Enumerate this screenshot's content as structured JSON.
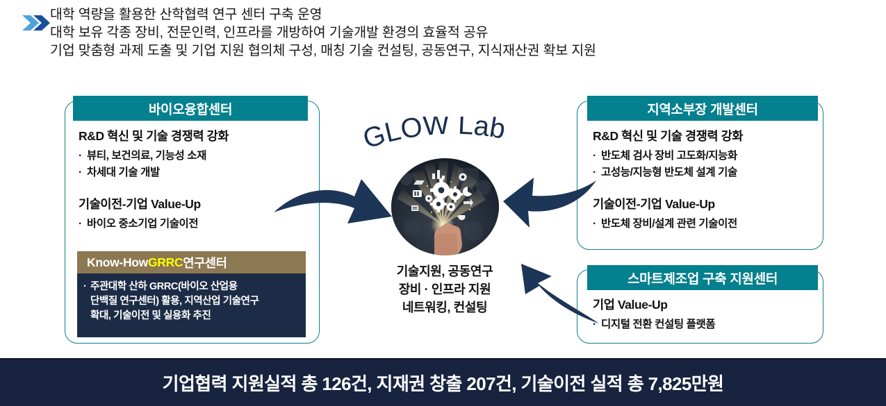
{
  "header": {
    "icon": "double-chevron-right-icon",
    "lines": [
      "대학 역량을 활용한 산학협력 연구 센터 구축 운영",
      "대학 보유 각종 장비, 전문인력, 인프라를 개방하여 기술개발 환경의 효율적 공유",
      "기업 맞춤형 과제 도출 및 기업 지원 협의체 구성, 매칭 기술 컨설팅, 공동연구, 지식재산권 확보 지원"
    ]
  },
  "colors": {
    "teal": "#04808e",
    "navy": "#1d2c46",
    "banner": "#17233f",
    "brown": "#8c7852",
    "highlight_yellow": "#ffff00",
    "chevron_light": "#4ea3dd",
    "chevron_dark": "#1b4f9c"
  },
  "panels": {
    "bio": {
      "title": "바이오융합센터",
      "sections": [
        {
          "heading": "R&D 혁신 및 기술 경쟁력 강화",
          "bullets": [
            "뷰티, 보건의료, 기능성 소재",
            "차세대 기술 개발"
          ]
        },
        {
          "heading": "기술이전-기업 Value-Up",
          "bullets": [
            "바이오 중소기업 기술이전"
          ]
        }
      ],
      "subcard": {
        "title_prefix": "Know-How ",
        "title_highlight": "GRRC",
        "title_suffix": " 연구센터",
        "body_line1": "주관대학 산하  GRRC(바이오 산업용",
        "body_line2": "단백질 연구센터) 활용, 지역산업 기술연구",
        "body_line3": "확대, 기술이전 및 실용화 추진"
      }
    },
    "semiconductor": {
      "title": "지역소부장 개발센터",
      "sections": [
        {
          "heading": "R&D 혁신 및 기술 경쟁력 강화",
          "bullets": [
            "반도체 검사 장비 고도화/지능화",
            "고성능/지능형 반도체 설계 기술"
          ]
        },
        {
          "heading": "기술이전-기업 Value-Up",
          "bullets": [
            "반도체 장비/설계 관련 기술이전"
          ]
        }
      ]
    },
    "smart": {
      "title": "스마트제조업 구축 지원센터",
      "sections": [
        {
          "heading": "기업 Value-Up",
          "bullets": [
            "디지털 전환 컨설팅 플랫폼"
          ]
        }
      ]
    }
  },
  "center": {
    "logo_text": "GLOW Lab",
    "image_icon": "hand-holding-gears-lightburst-image",
    "caption_line1": "기술지원, 공동연구",
    "caption_line2": "장비 · 인프라 지원",
    "caption_line3": "네트워킹, 컨설팅"
  },
  "arrows": {
    "left": "curved-arrow-right-icon",
    "right": "curved-arrow-left-icon",
    "bottom_right": "curved-arrow-upleft-icon"
  },
  "banner": {
    "text": "기업협력 지원실적 총 126건, 지재권 창출 207건, 기술이전 실적 총 7,825만원"
  }
}
